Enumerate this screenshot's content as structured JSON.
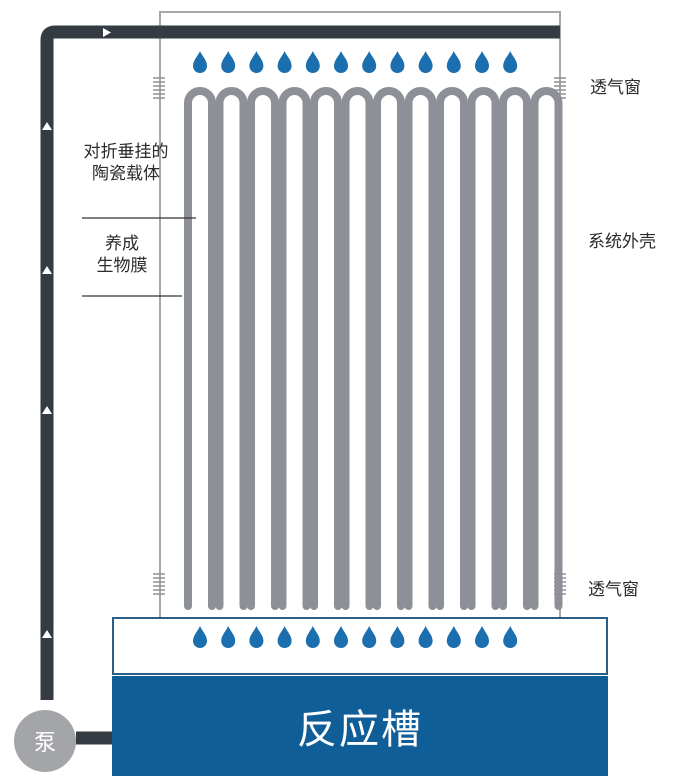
{
  "labels": {
    "carrier_line1": "对折垂挂的",
    "carrier_line2": "陶瓷载体",
    "biofilm_line1": "养成",
    "biofilm_line2": "生物膜",
    "vent_top": "透气窗",
    "vent_bottom": "透气窗",
    "shell": "系统外壳",
    "tank": "反应槽",
    "pump": "泵"
  },
  "colors": {
    "pipe": "#353b42",
    "tank": "#0f5e98",
    "droplet": "#1b6fae",
    "carrier": "#8d9097",
    "shell_outline": "#a6a8ab",
    "text": "#2b2b2b"
  },
  "counts": {
    "droplets_per_row": 12,
    "carrier_tubes": 12
  }
}
